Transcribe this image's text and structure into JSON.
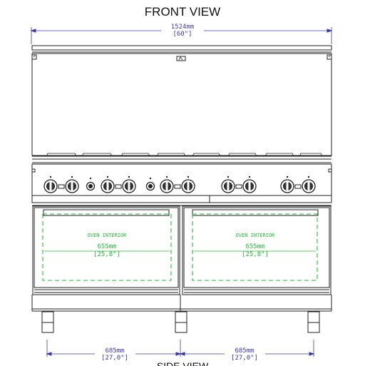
{
  "titles": {
    "front": "FRONT VIEW",
    "side": "SIDE VIEW"
  },
  "dimensions": {
    "overall_width_mm": "1524mm",
    "overall_width_in": "[60\"]",
    "oven_interior_mm": "655mm",
    "oven_interior_in": "[25,8\"]",
    "oven_label": "OVEN INTERIOR",
    "oven_width_mm": "685mm",
    "oven_width_in": "[27,0\"]"
  },
  "colors": {
    "line": "#222222",
    "dimension": "#3a3aa8",
    "interior": "#22bb33"
  }
}
